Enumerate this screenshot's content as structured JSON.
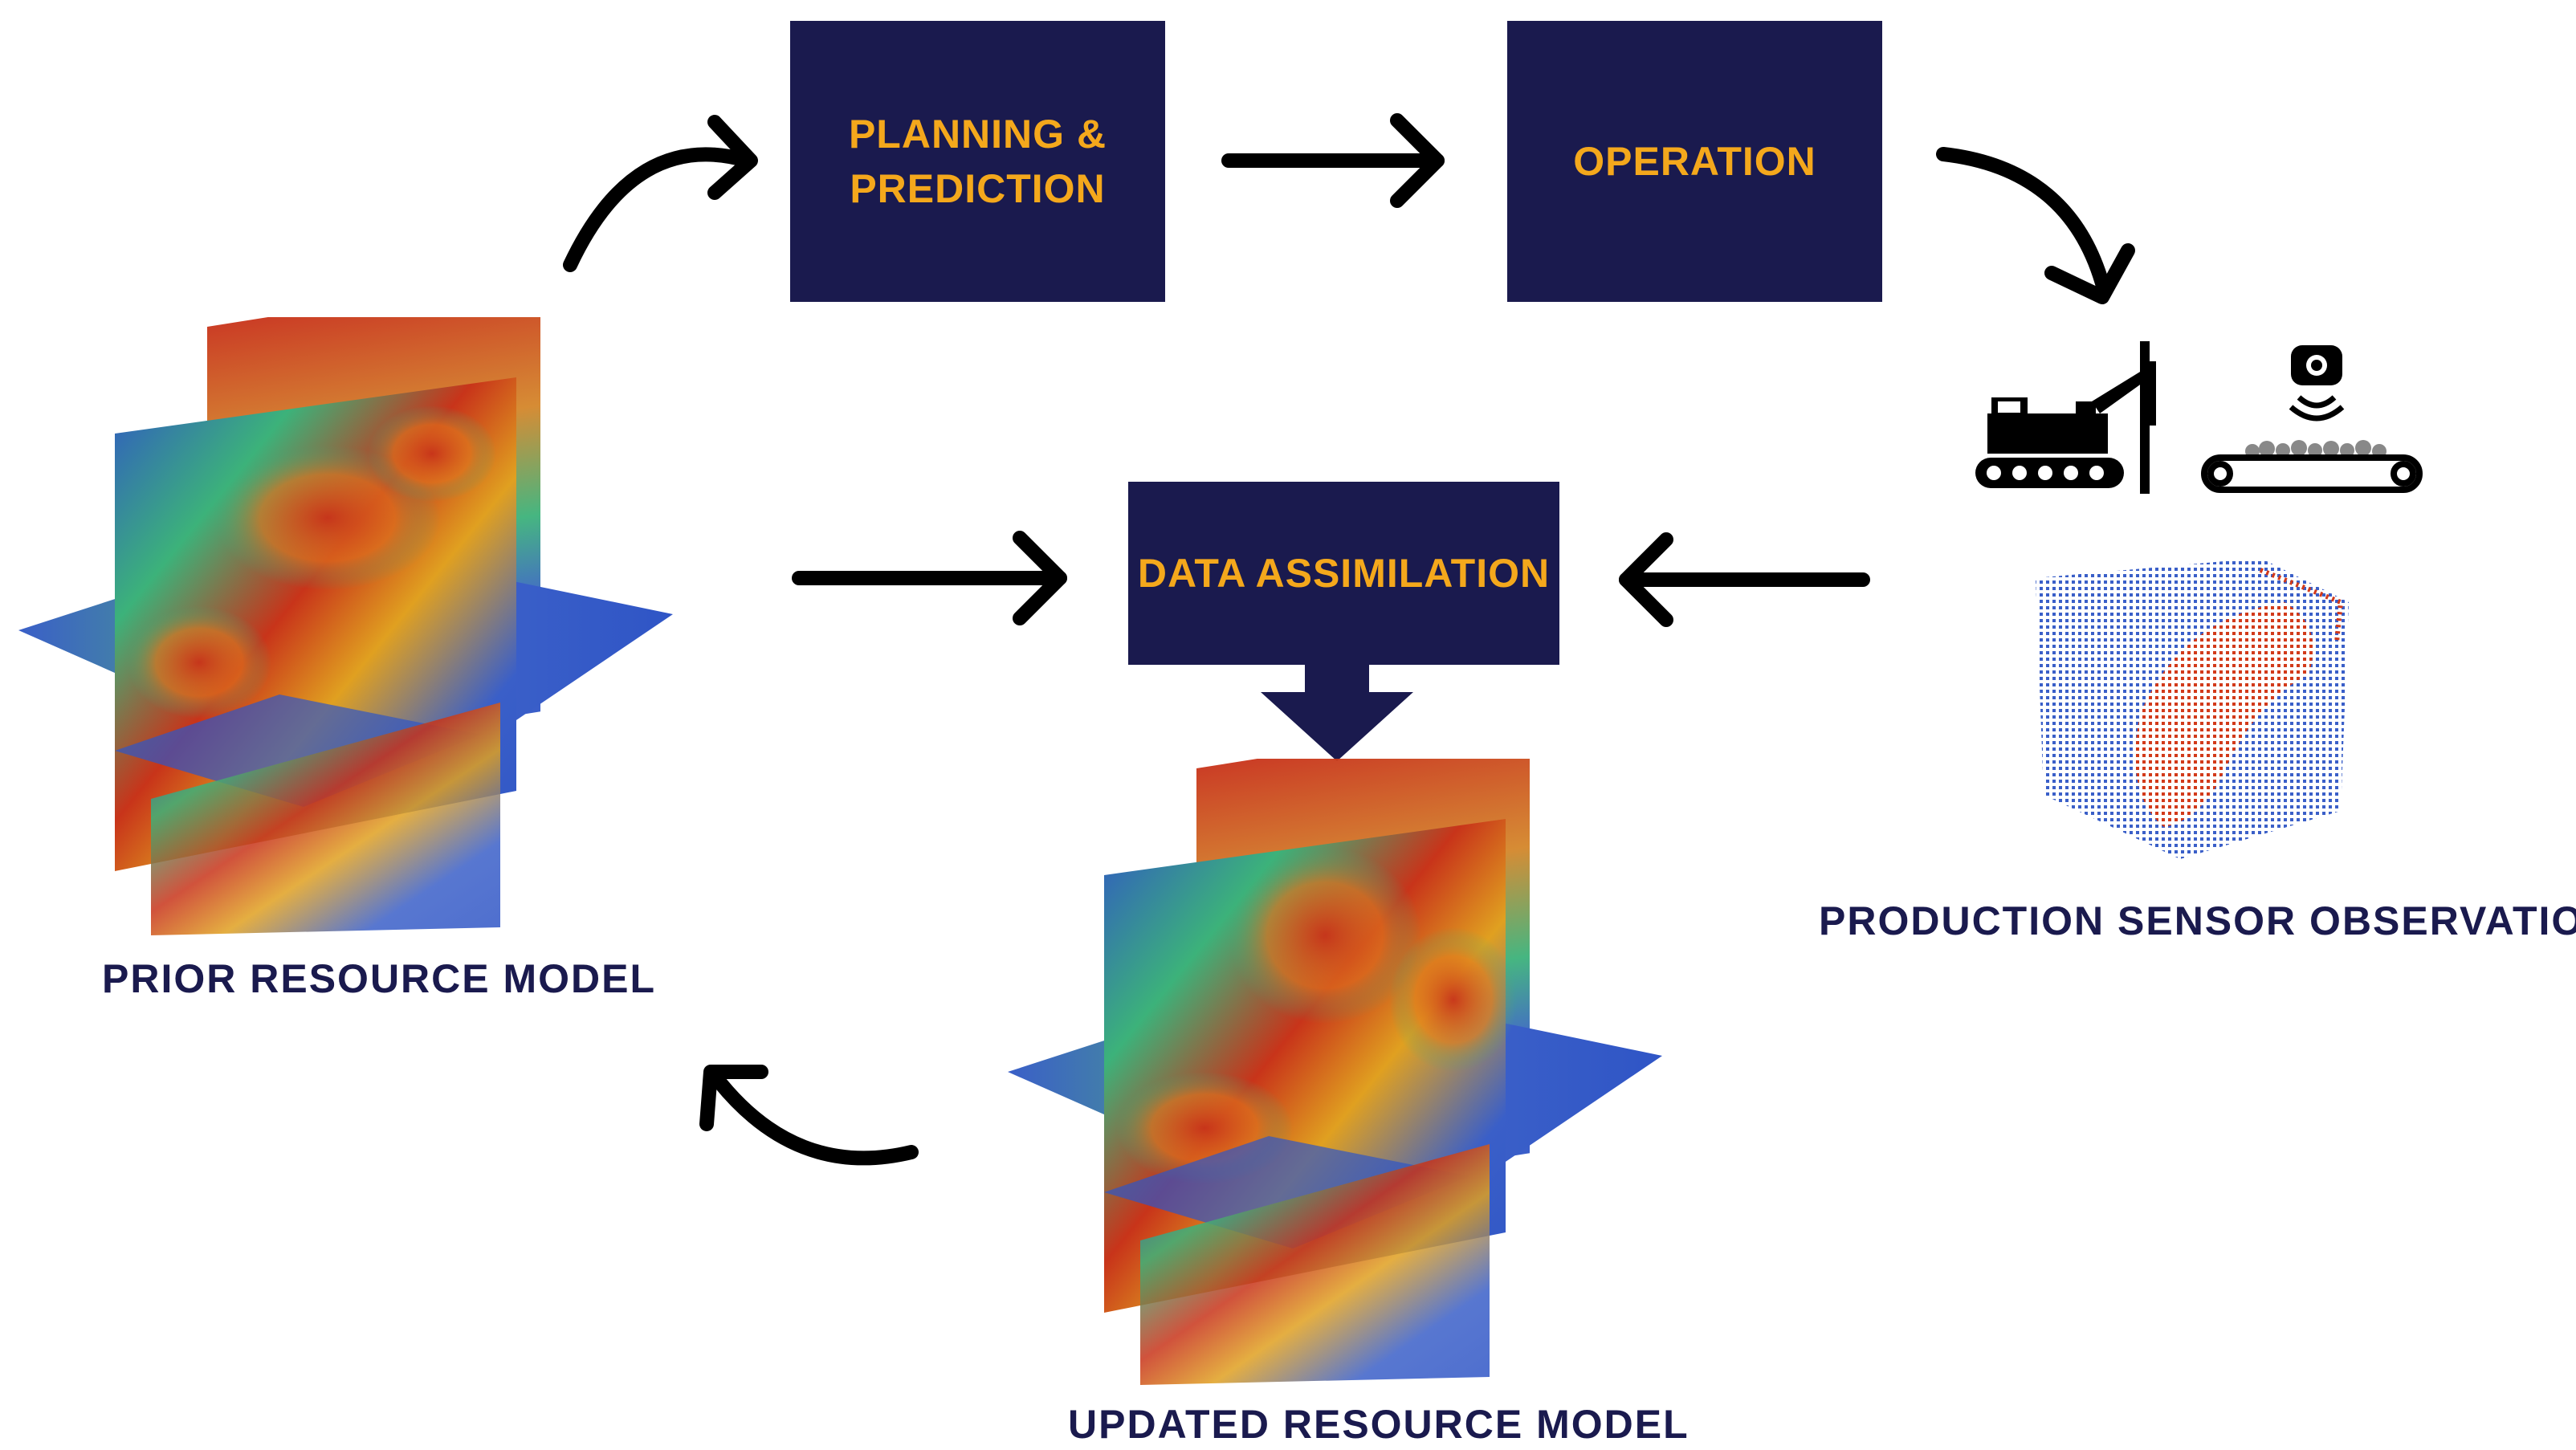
{
  "process_boxes": {
    "planning": "PLANNING &\nPREDICTION",
    "operation": "OPERATION",
    "assimilation": "DATA ASSIMILATION"
  },
  "labels": {
    "prior_model": "PRIOR RESOURCE MODEL",
    "updated_model": "UPDATED RESOURCE MODEL",
    "sensor_observations": "PRODUCTION SENSOR OBSERVATIONS"
  },
  "icons": [
    "drill-rig-icon",
    "conveyor-belt-icon",
    "sensor-icon",
    "point-cloud-icon",
    "block-model-icon"
  ],
  "colors": {
    "box_fill": "#1a1a4e",
    "box_text": "#f4a81c",
    "label_text": "#1a1a4e",
    "arrow": "#000000",
    "model_low": "#3a5fc8",
    "model_mid": "#3cb27a",
    "model_high": "#c8341a"
  }
}
